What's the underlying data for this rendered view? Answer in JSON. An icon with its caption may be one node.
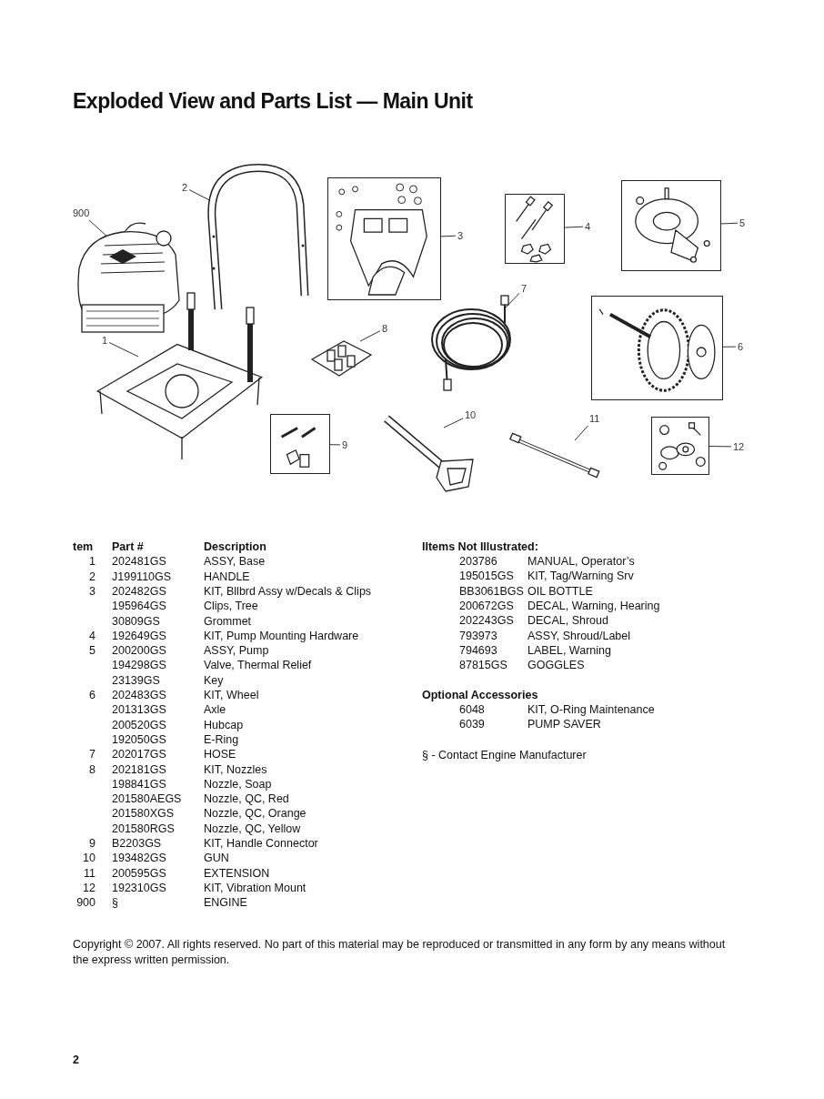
{
  "diagram": {
    "title": "Exploded View and Parts List — Main Unit",
    "nodes": [
      {
        "text": [
          "900"
        ]
      },
      {
        "text": [
          "2"
        ]
      },
      {
        "text": [
          "3"
        ]
      },
      {
        "text": [
          "4"
        ]
      },
      {
        "text": [
          "5"
        ]
      },
      {
        "text": [
          "1"
        ]
      },
      {
        "text": [
          "8"
        ]
      },
      {
        "text": [
          "7"
        ]
      },
      {
        "text": [
          "6"
        ]
      },
      {
        "text": [
          "10"
        ]
      },
      {
        "text": [
          "11"
        ]
      },
      {
        "text": [
          "9"
        ]
      },
      {
        "text": [
          "12"
        ]
      },
      {
        "text": [],
        "shape": "picture"
      },
      {
        "text": [],
        "shape": "picture"
      },
      {
        "text": [],
        "shape": "box"
      },
      {
        "text": [],
        "shape": "box"
      },
      {
        "text": [],
        "shape": "box"
      },
      {
        "text": [],
        "shape": "picture"
      },
      {
        "text": [],
        "shape": "picture"
      },
      {
        "text": [],
        "shape": "picture"
      },
      {
        "text": [],
        "shape": "box"
      },
      {
        "text": [],
        "shape": "picture"
      },
      {
        "text": [],
        "shape": "picture"
      },
      {
        "text": [],
        "shape": "box"
      },
      {
        "text": [],
        "shape": "box"
      }
    ],
    "edges": [
      {
        "from": 0,
        "to": 13,
        "arrow": "none"
      },
      {
        "from": 1,
        "to": 14,
        "arrow": "none"
      },
      {
        "from": 2,
        "to": 15,
        "arrow": "none"
      },
      {
        "from": 3,
        "to": 16,
        "arrow": "none"
      },
      {
        "from": 4,
        "to": 17,
        "arrow": "none"
      },
      {
        "from": 5,
        "to": 18,
        "arrow": "none"
      },
      {
        "from": 6,
        "to": 19,
        "arrow": "none"
      },
      {
        "from": 7,
        "to": 20,
        "arrow": "none"
      },
      {
        "from": 8,
        "to": 21,
        "arrow": "none"
      },
      {
        "from": 9,
        "to": 22,
        "arrow": "none"
      },
      {
        "from": 10,
        "to": 23,
        "arrow": "none"
      },
      {
        "from": 11,
        "to": 24,
        "arrow": "none"
      },
      {
        "from": 12,
        "to": 25,
        "arrow": "none"
      }
    ],
    "labels": [
      "tem",
      "Part #",
      "Description",
      "1",
      "202481GS",
      "ASSY, Base",
      "2",
      "J199110GS",
      "HANDLE",
      "3",
      "202482GS",
      "KIT, Bllbrd Assy w/Decals & Clips",
      "195964GS",
      "Clips, Tree",
      "30809GS",
      "Grommet",
      "4",
      "192649GS",
      "KIT, Pump Mounting Hardware",
      "5",
      "200200GS",
      "ASSY, Pump",
      "194298GS",
      "Valve, Thermal Relief",
      "23139GS",
      "Key",
      "6",
      "202483GS",
      "KIT, Wheel",
      "201313GS",
      "Axle",
      "200520GS",
      "Hubcap",
      "192050GS",
      "E-Ring",
      "7",
      "202017GS",
      "HOSE",
      "8",
      "202181GS",
      "KIT, Nozzles",
      "198841GS",
      "Nozzle, Soap",
      "201580AEGS",
      "Nozzle, QC, Red",
      "201580XGS",
      "Nozzle, QC, Orange",
      "201580RGS",
      "Nozzle, QC, Yellow",
      "9",
      "B2203GS",
      "KIT, Handle Connector",
      "10",
      "193482GS",
      "GUN",
      "11",
      "200595GS",
      "EXTENSION",
      "12",
      "192310GS",
      "KIT, Vibration Mount",
      "900",
      "§",
      "ENGINE",
      "IItems Not Illustrated:",
      "203786",
      "MANUAL, Operator’s",
      "195015GS",
      "KIT, Tag/Warning Srv",
      "BB3061BGS",
      "OIL BOTTLE",
      "200672GS",
      "DECAL, Warning, Hearing",
      "202243GS",
      "DECAL, Shroud",
      "793973",
      "ASSY, Shroud/Label",
      "794693",
      "LABEL, Warning",
      "87815GS",
      "GOGGLES",
      "Optional Accessories",
      "6048",
      "KIT, O-Ring Maintenance",
      "6039",
      "PUMP SAVER",
      "§ - Contact Engine Manufacturer",
      "Copyright © 2007. All rights reserved. No part of this material may be reproduced or transmitted in any form by any means without the express written permission.",
      "2"
    ]
  }
}
